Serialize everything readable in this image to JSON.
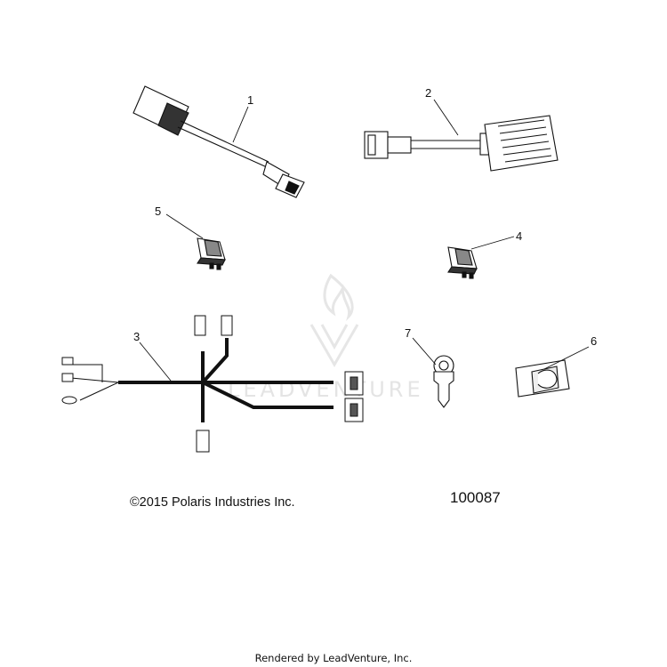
{
  "parts": [
    {
      "callout": "1",
      "icon": "wire-harness-adapter-icon"
    },
    {
      "callout": "2",
      "icon": "heater-pad-harness-icon"
    },
    {
      "callout": "3",
      "icon": "main-wire-harness-icon"
    },
    {
      "callout": "4",
      "icon": "rocker-switch-icon"
    },
    {
      "callout": "5",
      "icon": "rocker-switch-icon"
    },
    {
      "callout": "6",
      "icon": "harness-clip-icon"
    },
    {
      "callout": "7",
      "icon": "push-rivet-clip-icon"
    }
  ],
  "copyright": "©2015 Polaris Industries Inc.",
  "figure_number": "100087",
  "watermark": "LEADVENTURE",
  "footer": "Rendered by LeadVenture, Inc.",
  "colors": {
    "line": "#111111",
    "watermark": "#e4e4e4",
    "fill": "#ffffff"
  }
}
